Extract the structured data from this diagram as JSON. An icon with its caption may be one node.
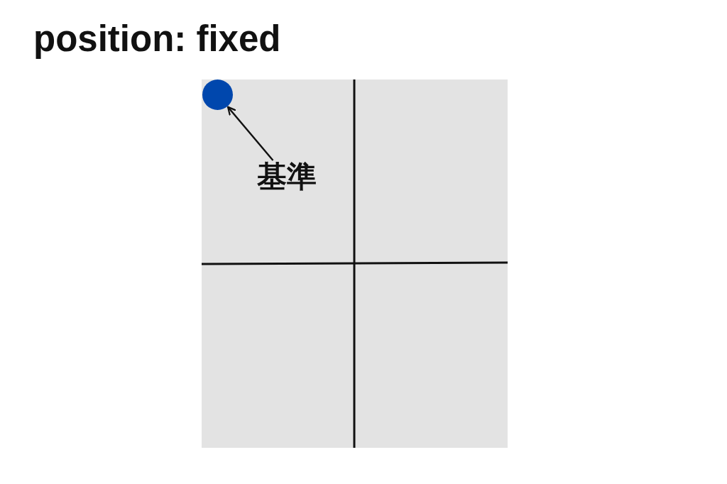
{
  "diagram": {
    "title": "position: fixed",
    "nodes": [
      {
        "text": [],
        "shape": "box"
      },
      {
        "text": [],
        "shape": "circle",
        "in": 0
      },
      {
        "text": [
          "基準"
        ],
        "in": 0
      }
    ],
    "edges": [
      {
        "from": 2,
        "to": 1,
        "arrow": "to"
      }
    ]
  }
}
